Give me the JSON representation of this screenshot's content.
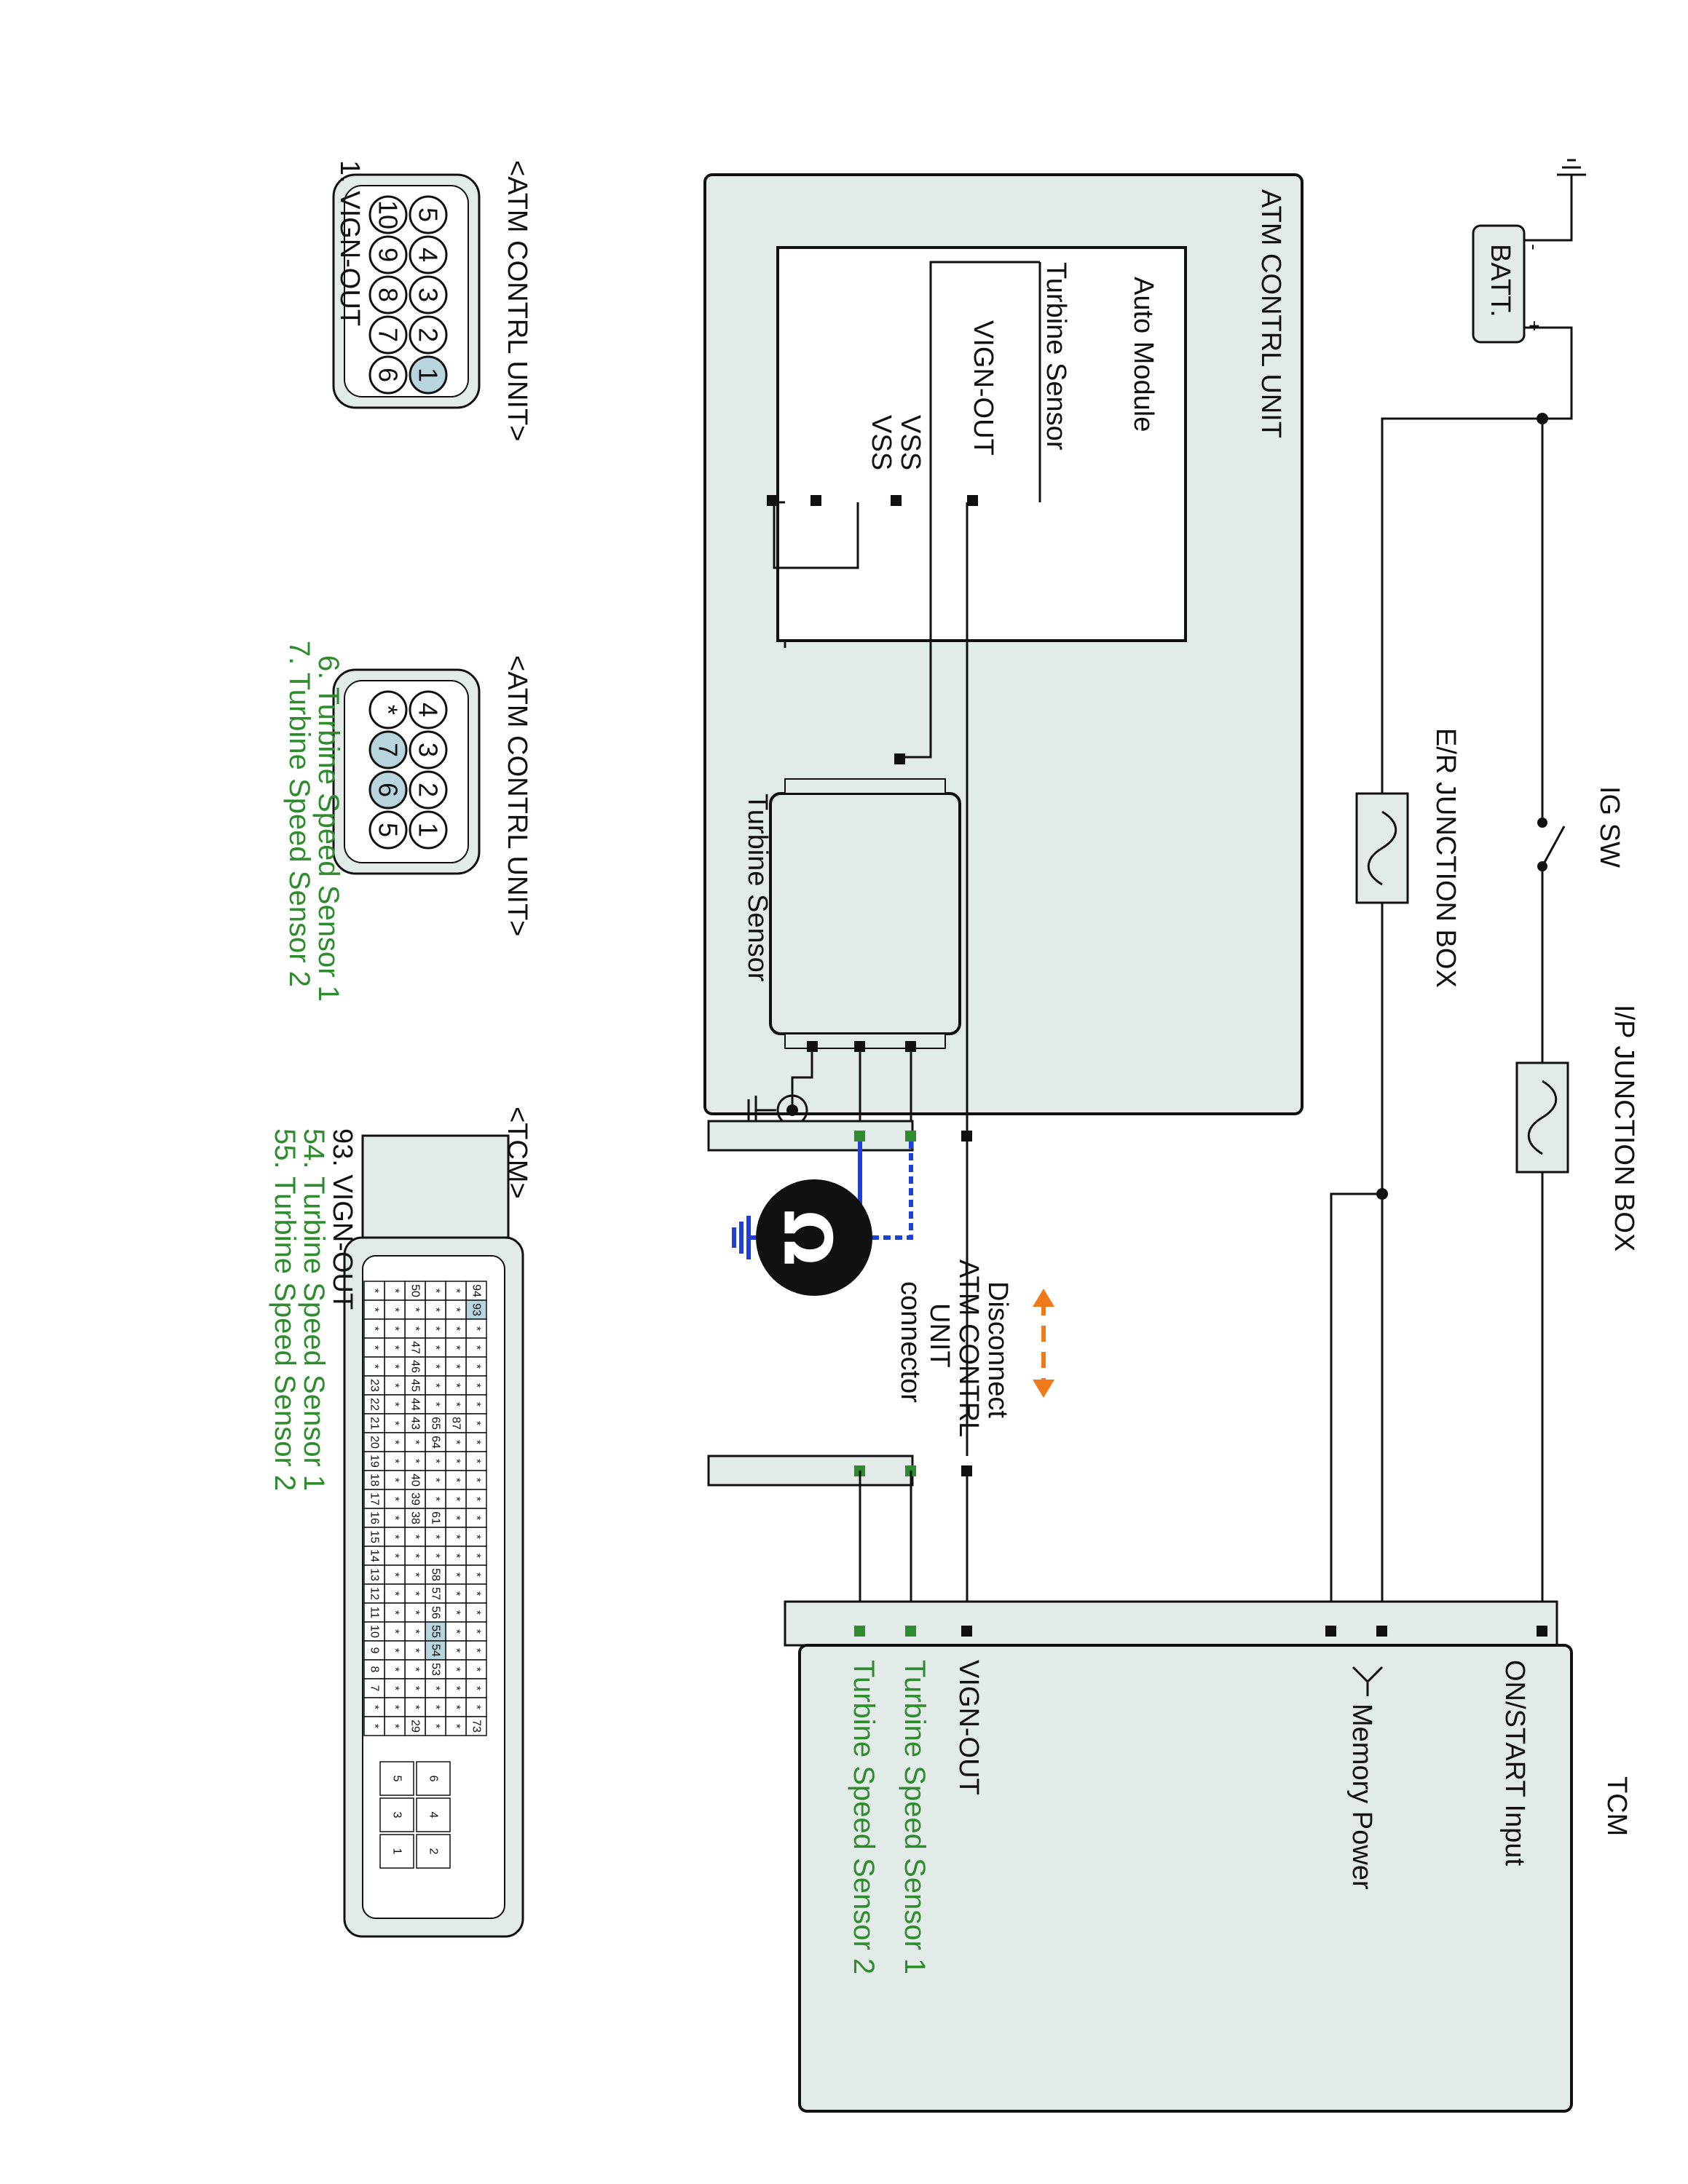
{
  "power": {
    "battery_label": "BATT.",
    "battery_pos": "+",
    "battery_neg": "-",
    "ig_switch_label": "IG SW",
    "ip_junction_label": "I/P JUNCTION BOX",
    "er_junction_label": "E/R JUNCTION BOX"
  },
  "atm": {
    "title": "ATM CONTRL UNIT",
    "module_label": "Auto Module",
    "module_pins": [
      "VSS",
      "VSS",
      "VIGN-OUT",
      "Turbine Sensor"
    ],
    "sensor_label": "Turbine Sensor"
  },
  "tcm": {
    "title": "TCM",
    "pins": [
      "ON/START Input",
      "Memory Power",
      "VIGN-OUT"
    ],
    "green_pins": [
      "Turbine Speed Sensor 1",
      "Turbine Speed Sensor 2"
    ]
  },
  "disconnect_note": [
    "Disconnect",
    "ATM CONTRL",
    "UNIT",
    "connector"
  ],
  "connectors": {
    "c1": {
      "title": "<ATM CONTRL UNIT>",
      "top_row": [
        "5",
        "4",
        "3",
        "2",
        "1"
      ],
      "bottom_row": [
        "10",
        "9",
        "8",
        "7",
        "6"
      ],
      "legend": [
        "1. VIGN-OUT"
      ]
    },
    "c2": {
      "title": "<ATM CONTRL UNIT>",
      "top_row": [
        "4",
        "3",
        "2",
        "1"
      ],
      "bottom_row": [
        "*",
        "7",
        "6",
        "5"
      ],
      "legend_green": [
        "6. Turbine Speed Sensor 1",
        "7. Turbine Speed Sensor 2"
      ]
    },
    "tcm": {
      "title": "<TCM>",
      "legend": [
        "93. VIGN-OUT"
      ],
      "legend_green": [
        "54. Turbine Speed Sensor 1",
        "55. Turbine Speed Sensor 2"
      ],
      "rows": [
        [
          "94",
          "93",
          "*",
          "*",
          "*",
          "*",
          "*",
          "*",
          "*",
          "*",
          "*",
          "*",
          "*",
          "*",
          "*",
          "*",
          "*",
          "*",
          "*",
          "*",
          "*",
          "*",
          "*",
          "73"
        ],
        [
          "*",
          "*",
          "*",
          "*",
          "*",
          "*",
          "*",
          "87",
          "*",
          "*",
          "*",
          "*",
          "*",
          "*",
          "*",
          "*",
          "*",
          "*",
          "*",
          "*",
          "*",
          "*",
          "*",
          "*"
        ],
        [
          "*",
          "*",
          "*",
          "*",
          "*",
          "*",
          "*",
          "65",
          "64",
          "*",
          "*",
          "*",
          "61",
          "*",
          "*",
          "58",
          "57",
          "56",
          "55",
          "54",
          "53",
          "*",
          "*",
          "*"
        ],
        [
          "50",
          "*",
          "*",
          "47",
          "46",
          "45",
          "44",
          "43",
          "*",
          "*",
          "40",
          "39",
          "38",
          "*",
          "*",
          "*",
          "*",
          "*",
          "*",
          "*",
          "*",
          "*",
          "*",
          "29"
        ],
        [
          "*",
          "*",
          "*",
          "*",
          "*",
          "*",
          "*",
          "*",
          "*",
          "*",
          "*",
          "*",
          "*",
          "*",
          "*",
          "*",
          "*",
          "*",
          "*",
          "*",
          "*",
          "*",
          "*",
          "*"
        ],
        [
          "*",
          "*",
          "*",
          "*",
          "*",
          "23",
          "22",
          "21",
          "20",
          "19",
          "18",
          "17",
          "16",
          "15",
          "14",
          "13",
          "12",
          "11",
          "10",
          "9",
          "8",
          "7",
          "*",
          "*"
        ]
      ],
      "small_grid": [
        [
          "6",
          "5"
        ],
        [
          "4",
          "3"
        ],
        [
          "2",
          "1"
        ]
      ]
    }
  },
  "colors": {
    "panel_fill": "#e3ebe8",
    "highlight_pin": "#b8d4dd",
    "green": "#2e8b2e",
    "ground_blue": "#1f3fd6",
    "arrow_orange": "#f07a1a"
  }
}
